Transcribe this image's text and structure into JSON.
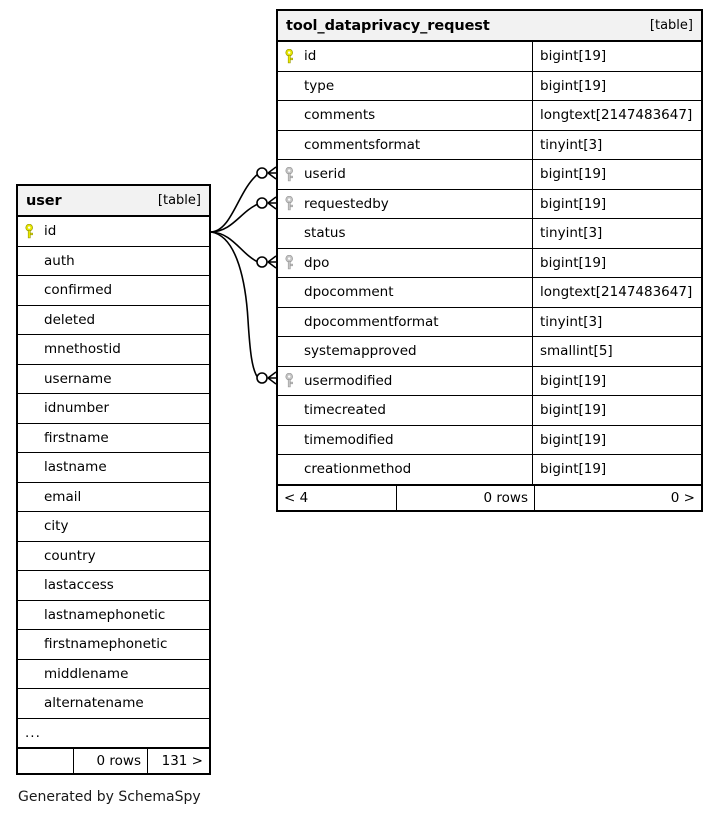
{
  "diagram": {
    "caption": "Generated by SchemaSpy",
    "table_tag": "[table]",
    "pk_icon": "primary-key-icon",
    "fk_icon": "foreign-key-icon",
    "colors": {
      "primary_key": "#e8e800",
      "foreign_key": "#bbbbbb",
      "header_background": "#f2f2f2",
      "border": "#000000",
      "background": "#ffffff"
    }
  },
  "tables": [
    {
      "id": "tool",
      "name": "tool_dataprivacy_request",
      "tag": "[table]",
      "columns": [
        {
          "key": "pk",
          "name": "id",
          "type": "bigint[19]"
        },
        {
          "key": "",
          "name": "type",
          "type": "bigint[19]"
        },
        {
          "key": "",
          "name": "comments",
          "type": "longtext[2147483647]"
        },
        {
          "key": "",
          "name": "commentsformat",
          "type": "tinyint[3]"
        },
        {
          "key": "fk",
          "name": "userid",
          "type": "bigint[19]"
        },
        {
          "key": "fk",
          "name": "requestedby",
          "type": "bigint[19]"
        },
        {
          "key": "",
          "name": "status",
          "type": "tinyint[3]"
        },
        {
          "key": "fk",
          "name": "dpo",
          "type": "bigint[19]"
        },
        {
          "key": "",
          "name": "dpocomment",
          "type": "longtext[2147483647]"
        },
        {
          "key": "",
          "name": "dpocommentformat",
          "type": "tinyint[3]"
        },
        {
          "key": "",
          "name": "systemapproved",
          "type": "smallint[5]"
        },
        {
          "key": "fk",
          "name": "usermodified",
          "type": "bigint[19]"
        },
        {
          "key": "",
          "name": "timecreated",
          "type": "bigint[19]"
        },
        {
          "key": "",
          "name": "timemodified",
          "type": "bigint[19]"
        },
        {
          "key": "",
          "name": "creationmethod",
          "type": "bigint[19]"
        }
      ],
      "truncated": false,
      "footer": {
        "left": "< 4",
        "middle": "0 rows",
        "right": "0 >"
      }
    },
    {
      "id": "user",
      "name": "user",
      "tag": "[table]",
      "columns": [
        {
          "key": "pk",
          "name": "id"
        },
        {
          "key": "",
          "name": "auth"
        },
        {
          "key": "",
          "name": "confirmed"
        },
        {
          "key": "",
          "name": "deleted"
        },
        {
          "key": "",
          "name": "mnethostid"
        },
        {
          "key": "",
          "name": "username"
        },
        {
          "key": "",
          "name": "idnumber"
        },
        {
          "key": "",
          "name": "firstname"
        },
        {
          "key": "",
          "name": "lastname"
        },
        {
          "key": "",
          "name": "email"
        },
        {
          "key": "",
          "name": "city"
        },
        {
          "key": "",
          "name": "country"
        },
        {
          "key": "",
          "name": "lastaccess"
        },
        {
          "key": "",
          "name": "lastnamephonetic"
        },
        {
          "key": "",
          "name": "firstnamephonetic"
        },
        {
          "key": "",
          "name": "middlename"
        },
        {
          "key": "",
          "name": "alternatename"
        }
      ],
      "truncated": true,
      "truncation_marker": "...",
      "footer": {
        "left": "",
        "middle": "0 rows",
        "right": "131 >"
      }
    }
  ],
  "relationships": [
    {
      "from": "user.id",
      "to": "tool_dataprivacy_request.userid"
    },
    {
      "from": "user.id",
      "to": "tool_dataprivacy_request.requestedby"
    },
    {
      "from": "user.id",
      "to": "tool_dataprivacy_request.dpo"
    },
    {
      "from": "user.id",
      "to": "tool_dataprivacy_request.usermodified"
    }
  ]
}
